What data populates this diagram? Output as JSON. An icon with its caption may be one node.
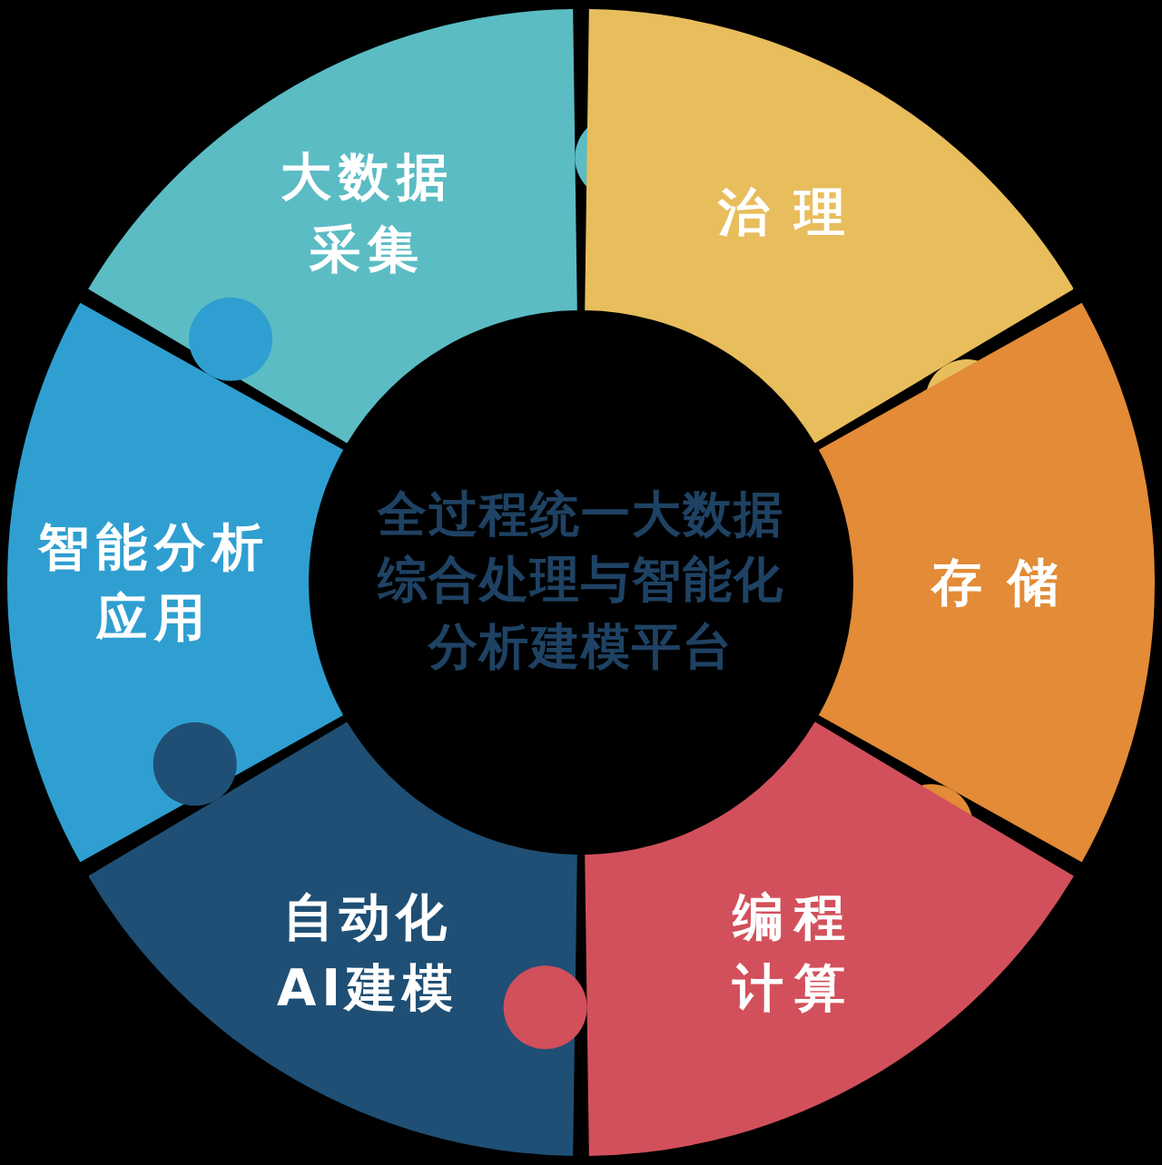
{
  "diagram": {
    "nodes": [
      {
        "text": [
          "大数据采集"
        ]
      },
      {
        "text": [
          "治理"
        ]
      },
      {
        "text": [
          "智能分析应用"
        ]
      },
      {
        "text": [
          "全过程统一大数据综合处理与智能化分析建模平台"
        ]
      },
      {
        "text": [
          "存储"
        ]
      },
      {
        "text": [
          "自动化AI建模"
        ]
      },
      {
        "text": [
          "编程计算"
        ]
      }
    ]
  }
}
